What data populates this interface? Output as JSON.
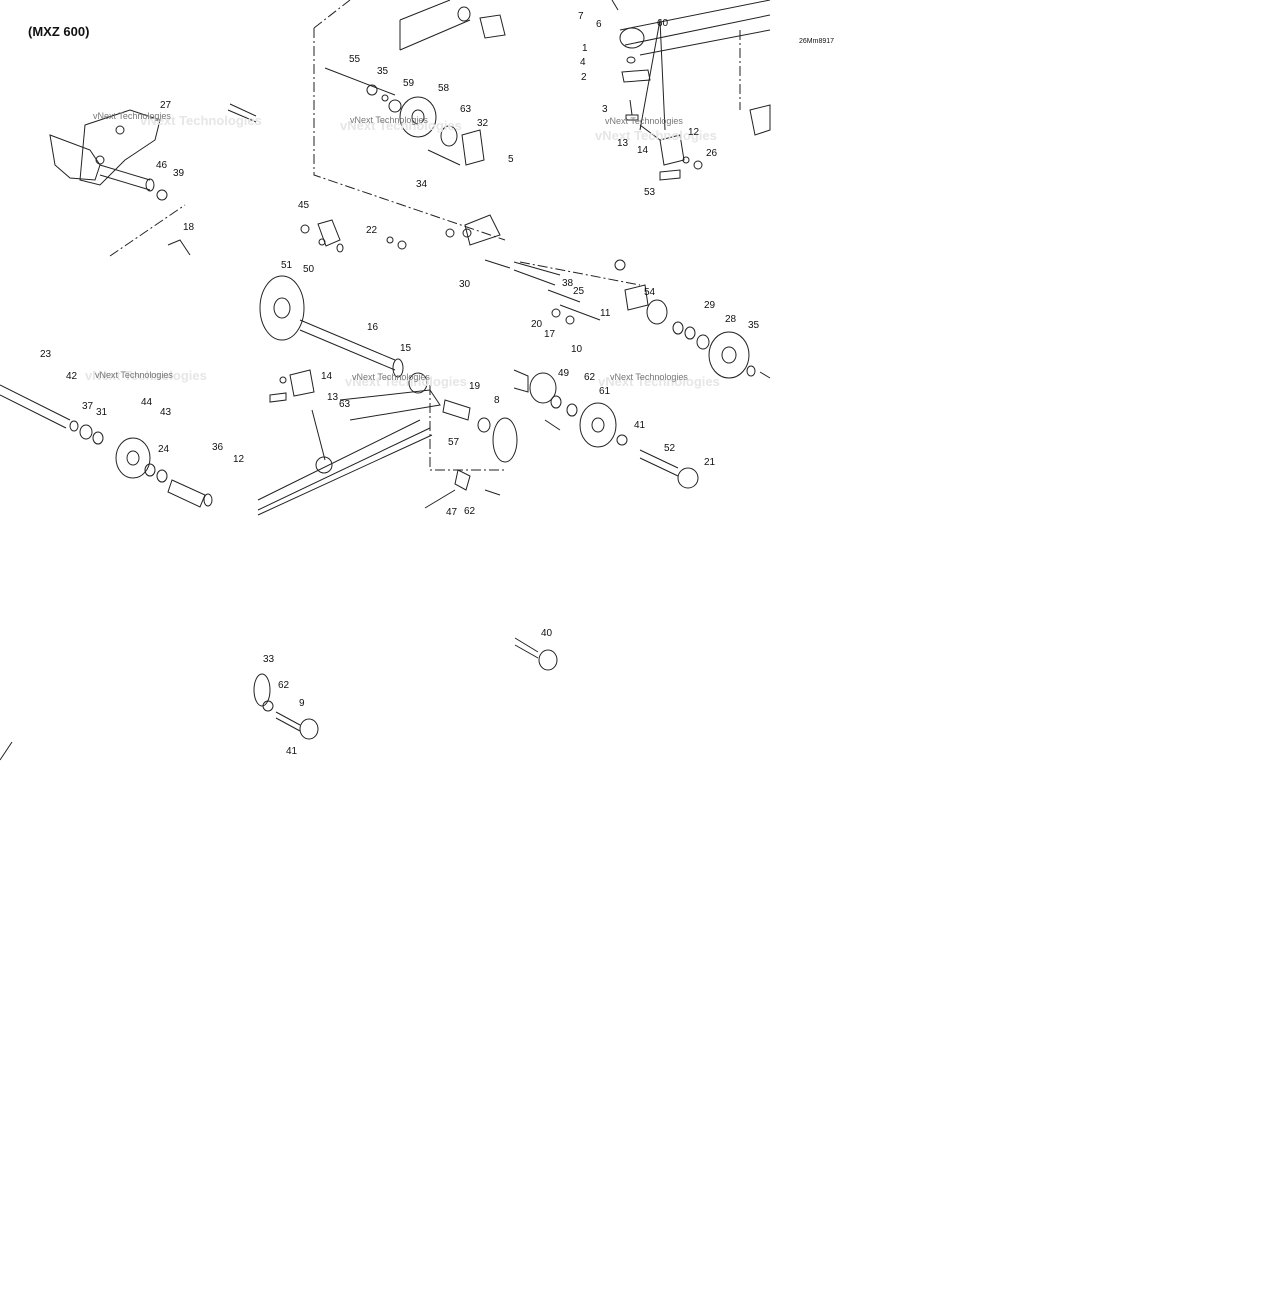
{
  "diagram": {
    "title": "(MXZ 600)",
    "drawing_code": "26Mm8917",
    "watermark": "vNext Technologies",
    "callouts": [
      "55",
      "35",
      "59",
      "58",
      "63",
      "32",
      "34",
      "5",
      "1",
      "2",
      "3",
      "4",
      "6",
      "7",
      "60",
      "12",
      "13",
      "14",
      "26",
      "53",
      "27",
      "46",
      "39",
      "18",
      "45",
      "22",
      "30",
      "51",
      "50",
      "16",
      "15",
      "23",
      "42",
      "37",
      "31",
      "44",
      "43",
      "24",
      "36",
      "12",
      "14",
      "13",
      "63",
      "54",
      "29",
      "28",
      "35",
      "49",
      "62",
      "61",
      "41",
      "52",
      "21",
      "38",
      "25",
      "20",
      "17",
      "11",
      "10",
      "8",
      "19",
      "57",
      "47",
      "62",
      "33",
      "62",
      "9",
      "41",
      "40"
    ]
  }
}
